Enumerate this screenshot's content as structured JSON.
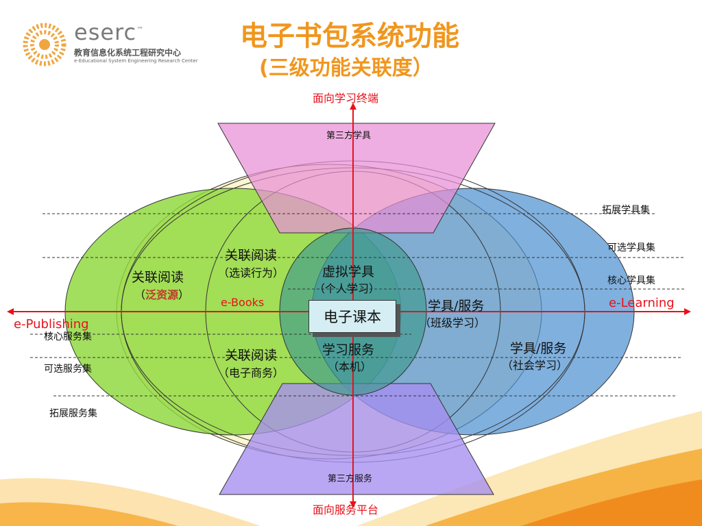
{
  "logo": {
    "name": "eserc",
    "tm": "™",
    "cn": "教育信息化系统工程研究中心",
    "en": "e-Educational System Engineering Research Center"
  },
  "title": {
    "line1": "电子书包系统功能",
    "line2": "(三级功能关联度）"
  },
  "axes": {
    "top": "面向学习终端",
    "bottom": "面向服务平台",
    "left": "e-Publishing",
    "right": "e-Learning",
    "ebooks": "e-Books"
  },
  "third_party": {
    "tools": "第三方学具",
    "services": "第三方服务"
  },
  "tool_sets": {
    "extended": "拓展学具集",
    "optional": "可选学具集",
    "core": "核心学具集"
  },
  "service_sets": {
    "core": "核心服务集",
    "optional": "可选服务集",
    "extended": "拓展服务集"
  },
  "regions": {
    "reading_general": {
      "title": "关联阅读",
      "open": "（",
      "highlight": "泛资源",
      "close": "）"
    },
    "reading_select": {
      "title": "关联阅读",
      "sub": "（选读行为）"
    },
    "reading_commerce": {
      "title": "关联阅读",
      "sub": "（电子商务）"
    },
    "virtual_tools": {
      "title": "虚拟学具",
      "sub": "（个人学习）"
    },
    "learning_service": {
      "title": "学习服务",
      "sub": "（本机）"
    },
    "class_tools": {
      "title": "学具/服务",
      "sub": "（班级学习）"
    },
    "social_tools": {
      "title": "学具/服务",
      "sub": "（社会学习）"
    }
  },
  "center": {
    "label": "电子课本"
  },
  "colors": {
    "accent_orange": "#f0961e",
    "axis_red": "#e8101a",
    "pink": "#e88fd6",
    "purple": "#a58ef0",
    "green": "#8ed83a",
    "blue": "#5a9ad6",
    "cream": "#fdf6d2",
    "teal": "#3e9a8e",
    "highlight_red": "#c0392b"
  }
}
